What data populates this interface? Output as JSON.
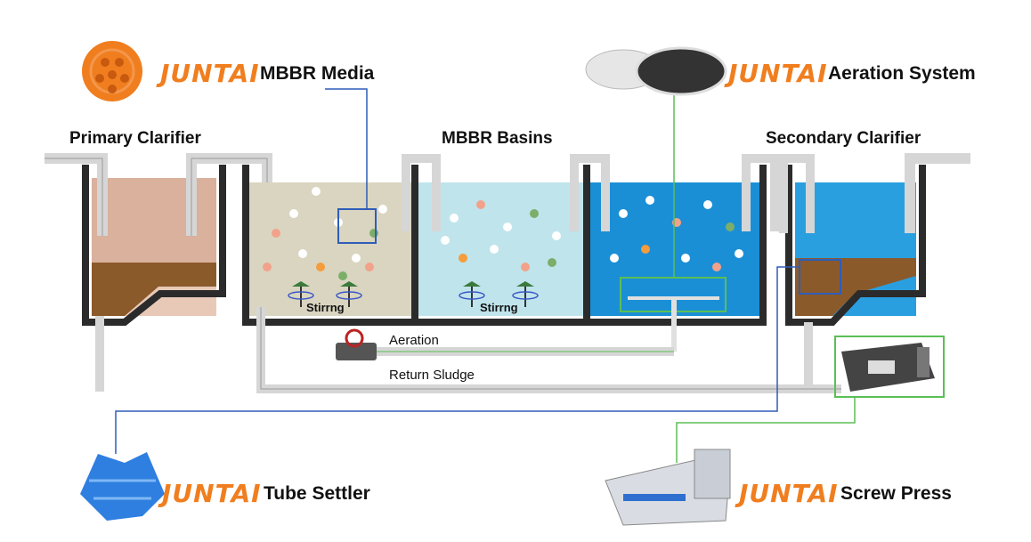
{
  "brand": "JUNTAI",
  "products": {
    "mbbr_media": "MBBR Media",
    "aeration_system": "Aeration System",
    "tube_settler": "Tube Settler",
    "screw_press": "Screw Press"
  },
  "sections": {
    "primary_clarifier": "Primary Clarifier",
    "mbbr_basins": "MBBR Basins",
    "secondary_clarifier": "Secondary Clarifier"
  },
  "flows": {
    "aeration": "Aeration",
    "return_sludge": "Return Sludge"
  },
  "mixers": [
    "Stirrng",
    "Stirrng"
  ],
  "colors": {
    "brand_orange": "#f07e1f",
    "primary_water": "#d9b19c",
    "primary_sludge": "#8b5a2b",
    "basin1_water": "#d9d5c0",
    "basin2_water": "#bfe4ec",
    "basin3_water": "#1b8fd6",
    "secondary_water": "#2a9fe0",
    "tank_wall": "#2b2b2b",
    "pipe": "#e6e6e6",
    "line_blue": "#2f5db8",
    "line_green": "#5bbf55"
  }
}
